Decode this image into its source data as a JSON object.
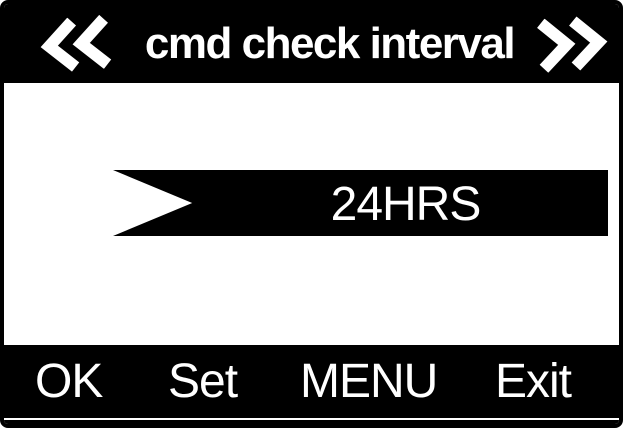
{
  "header": {
    "title": "cmd check interval",
    "left_icon": "double-chevron-left",
    "right_icon": "double-chevron-right"
  },
  "selection": {
    "value": "24HRS",
    "pointer": "notched-ribbon-pointing-right"
  },
  "footer": {
    "labels": [
      "OK",
      "Set",
      "MENU",
      "Exit"
    ]
  },
  "colors": {
    "bar_background": "#000000",
    "bar_text": "#ffffff",
    "screen_background": "#ffffff"
  }
}
